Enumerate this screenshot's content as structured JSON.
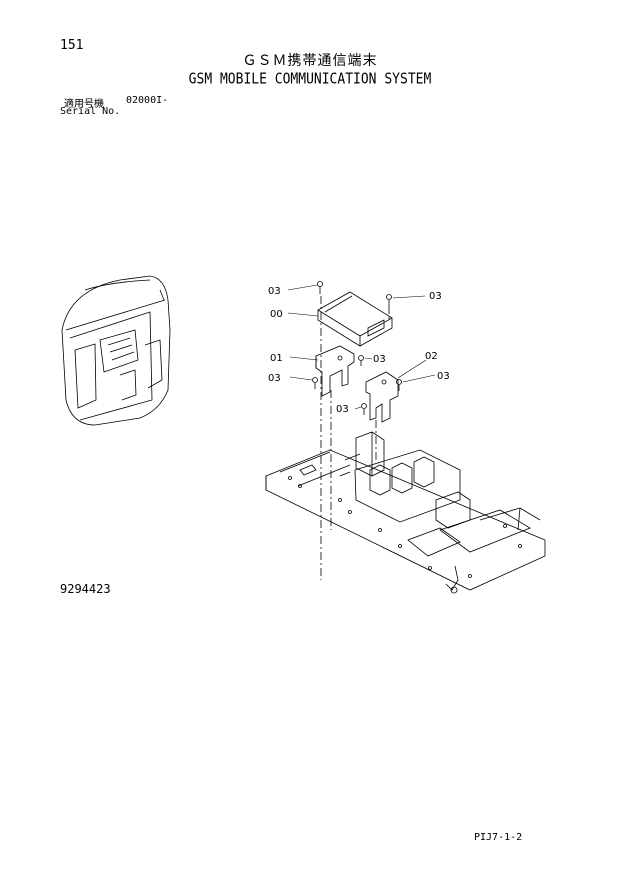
{
  "page_number": "151",
  "title_jp": "ＧＳＭ携帯通信端末",
  "title_en": "GSM MOBILE COMMUNICATION SYSTEM",
  "serial": {
    "label_jp": "適用号機",
    "value": "02000I-",
    "label_en": "Serial No."
  },
  "callouts": {
    "c00": "00",
    "c01": "01",
    "c02": "02",
    "c03a": "03",
    "c03b": "03",
    "c03c": "03",
    "c03d": "03",
    "c03e": "03",
    "c03f": "03"
  },
  "drawing_code": "9294423",
  "footer_code": "PIJ7-1-2"
}
